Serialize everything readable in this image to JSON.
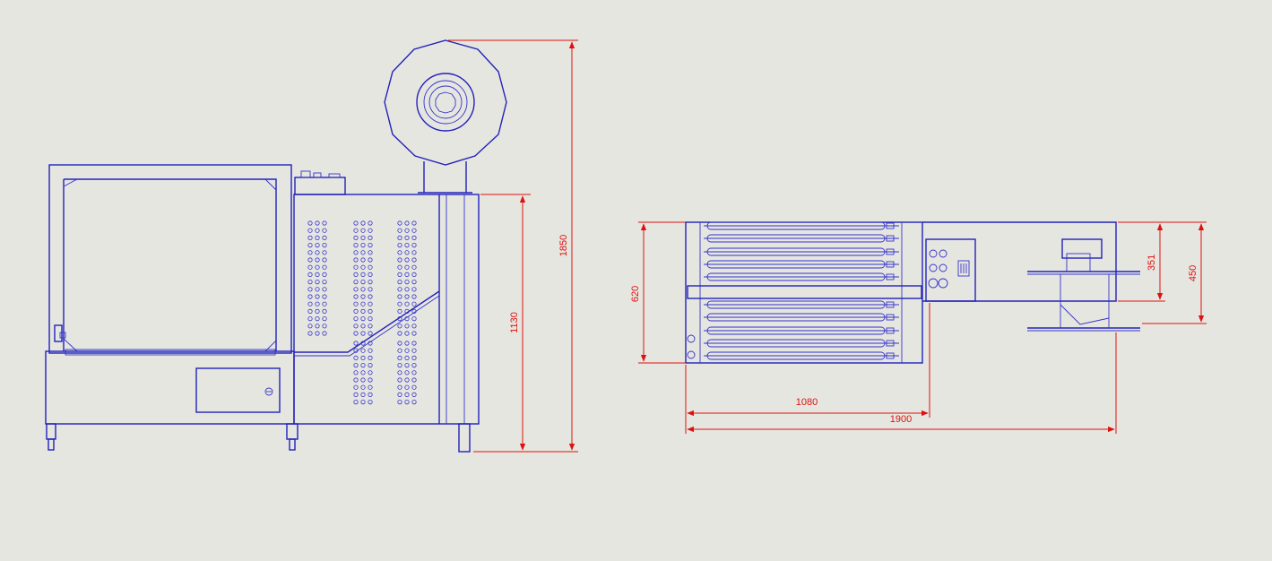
{
  "colors": {
    "background": "#e6e6e0",
    "drawing_line": "#2222bb",
    "dimension_line": "#dd1111"
  },
  "drawing": {
    "side_view": {
      "dimensions": {
        "overall_height": "1850",
        "table_height": "1130"
      }
    },
    "top_view": {
      "dimensions": {
        "conveyor_width": "620",
        "width_351": "351",
        "width_450": "450",
        "length_1080": "1080",
        "overall_length": "1900"
      }
    }
  }
}
